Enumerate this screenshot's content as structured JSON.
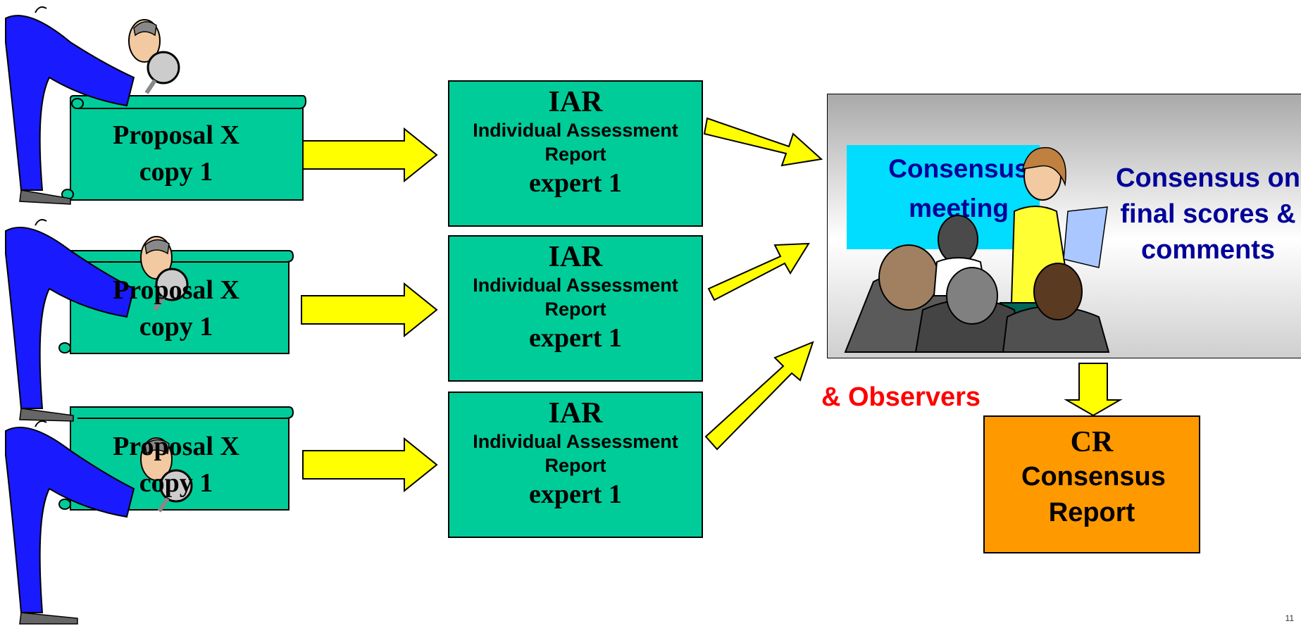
{
  "proposals": [
    {
      "line1": "Proposal X",
      "line2": "copy 1"
    },
    {
      "line1": "Proposal X",
      "line2": "copy 1"
    },
    {
      "line1": "Proposal X",
      "line2": "copy 1"
    }
  ],
  "iar_reports": [
    {
      "abbr": "IAR",
      "name": "Individual Assessment Report",
      "expert": "expert 1"
    },
    {
      "abbr": "IAR",
      "name": "Individual Assessment Report",
      "expert": "expert 1"
    },
    {
      "abbr": "IAR",
      "name": "Individual Assessment Report",
      "expert": "expert 1"
    }
  ],
  "meeting": {
    "label": "Consensus meeting"
  },
  "consensus_note": "Consensus on final scores & comments",
  "observers": "& Observers",
  "consensus_report": {
    "abbr": "CR",
    "name": "Consensus Report"
  },
  "page_number": "11",
  "colors": {
    "scroll_green": "#00cc99",
    "arrow_yellow": "#ffff00",
    "report_orange": "#ff9900",
    "title_navy": "#000099",
    "observer_red": "#ff0000",
    "suit_blue": "#1a1aff"
  }
}
